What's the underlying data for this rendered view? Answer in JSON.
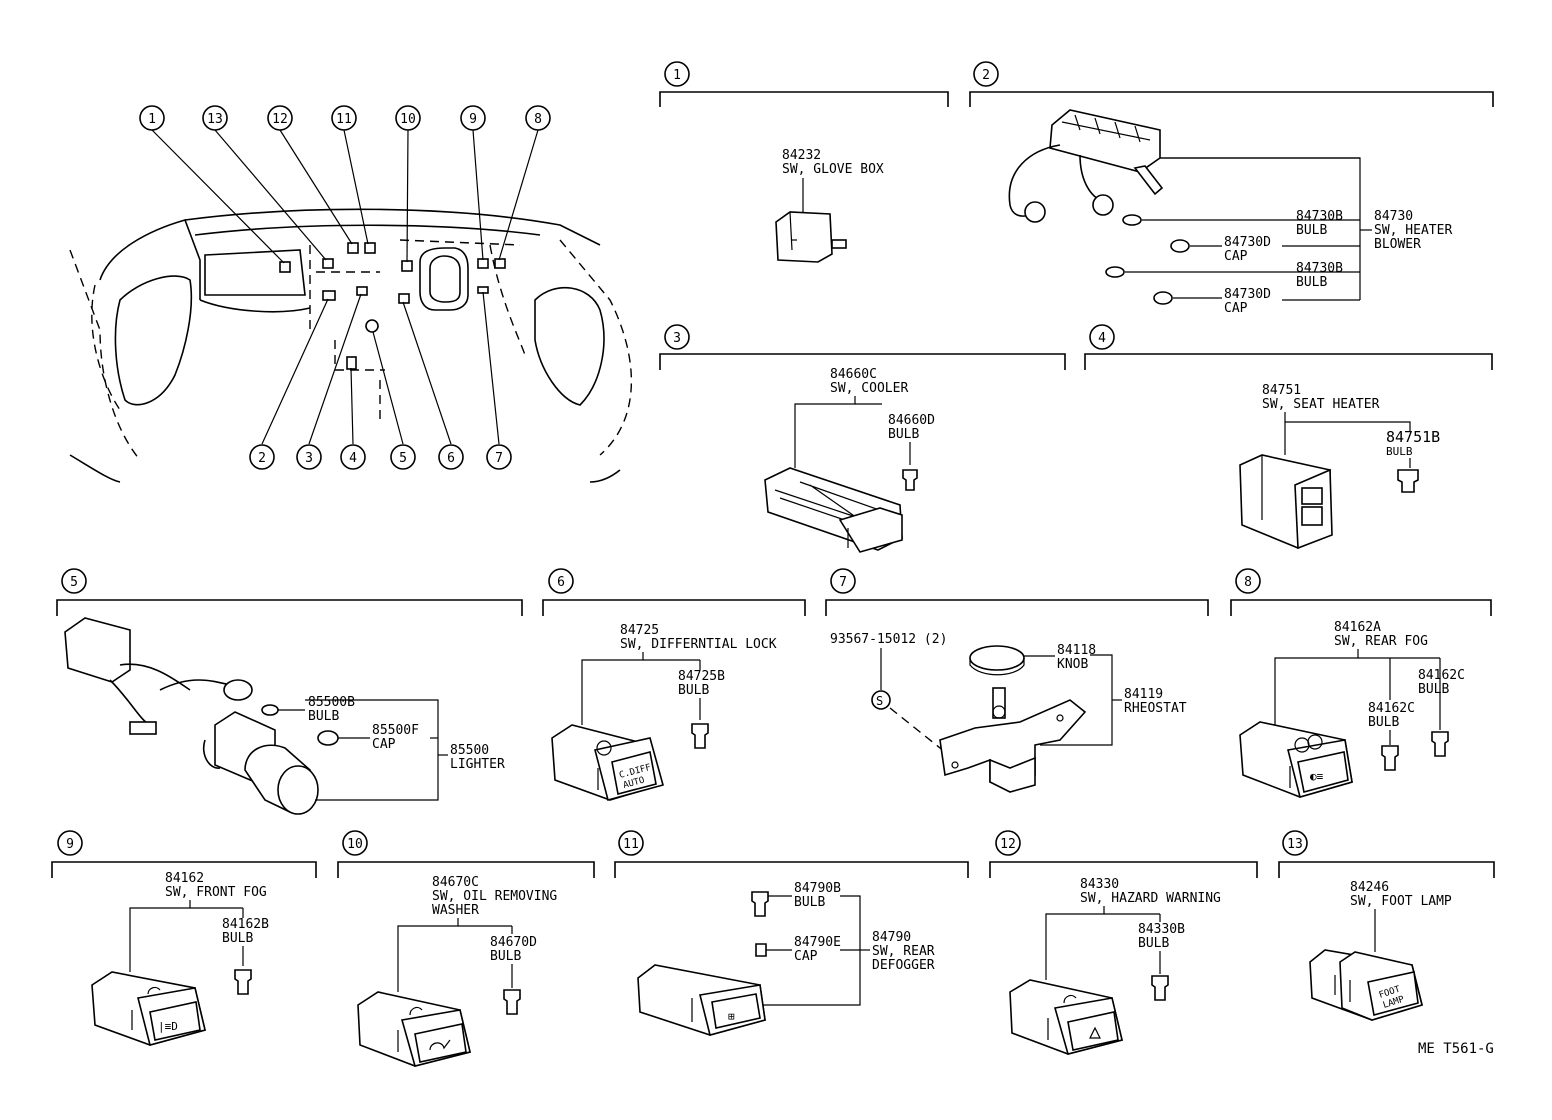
{
  "ref_code": "ME T561-G",
  "overview_callouts": [
    "1",
    "13",
    "12",
    "11",
    "10",
    "9",
    "8",
    "2",
    "3",
    "4",
    "5",
    "6",
    "7"
  ],
  "sections": [
    {
      "num": "1",
      "labels": [
        "84232",
        "SW, GLOVE BOX"
      ]
    },
    {
      "num": "2",
      "labels": [
        "84730B",
        "BULB",
        "84730D",
        "CAP",
        "84730B",
        "BULB",
        "84730D",
        "CAP",
        "84730",
        "SW, HEATER",
        "BLOWER"
      ]
    },
    {
      "num": "3",
      "labels": [
        "84660C",
        "SW, COOLER",
        "84660D",
        "BULB"
      ]
    },
    {
      "num": "4",
      "labels": [
        "84751",
        "SW, SEAT HEATER",
        "84751B",
        "BULB"
      ]
    },
    {
      "num": "5",
      "labels": [
        "85500B",
        "BULB",
        "85500F",
        "CAP",
        "85500",
        "LIGHTER"
      ]
    },
    {
      "num": "6",
      "labels": [
        "84725",
        "SW, DIFFERNTIAL LOCK",
        "84725B",
        "BULB"
      ]
    },
    {
      "num": "7",
      "labels": [
        "93567-15012 (2)",
        "84118",
        "KNOB",
        "84119",
        "RHEOSTAT"
      ]
    },
    {
      "num": "8",
      "labels": [
        "84162A",
        "SW, REAR FOG",
        "84162C",
        "BULB",
        "84162C",
        "BULB"
      ]
    },
    {
      "num": "9",
      "labels": [
        "84162",
        "SW, FRONT FOG",
        "84162B",
        "BULB"
      ]
    },
    {
      "num": "10",
      "labels": [
        "84670C",
        "SW, OIL REMOVING",
        "WASHER",
        "84670D",
        "BULB"
      ]
    },
    {
      "num": "11",
      "labels": [
        "84790B",
        "BULB",
        "84790E",
        "CAP",
        "84790",
        "SW, REAR",
        "DEFOGGER"
      ]
    },
    {
      "num": "12",
      "labels": [
        "84330",
        "SW, HAZARD WARNING",
        "84330B",
        "BULB"
      ]
    },
    {
      "num": "13",
      "labels": [
        "84246",
        "SW, FOOT LAMP"
      ]
    }
  ],
  "switch_faces": {
    "diff_lock": [
      "C.DIFF",
      "AUTO"
    ],
    "foot_lamp": [
      "FOOT",
      "LAMP"
    ],
    "small_s": "S"
  }
}
